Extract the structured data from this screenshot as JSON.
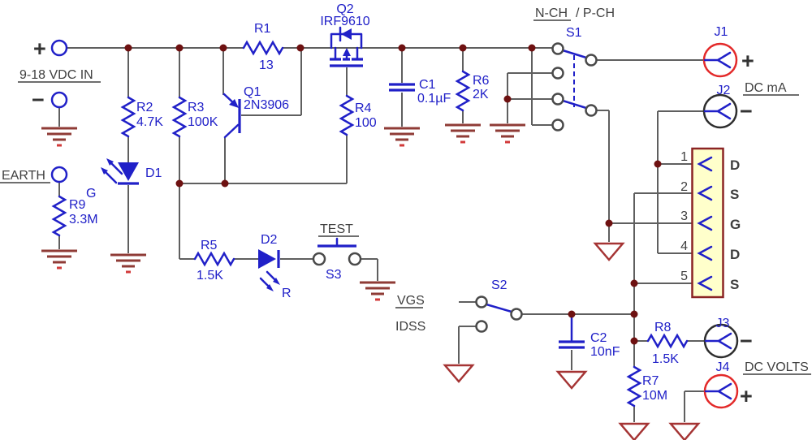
{
  "schematic": {
    "power_input": {
      "plus": "+",
      "minus": "−",
      "label": "9-18 VDC IN",
      "earth_label": "EARTH"
    },
    "resistors": {
      "r1": {
        "ref": "R1",
        "value": "13"
      },
      "r2": {
        "ref": "R2",
        "value": "4.7K"
      },
      "r3": {
        "ref": "R3",
        "value": "100K"
      },
      "r4": {
        "ref": "R4",
        "value": "100"
      },
      "r5": {
        "ref": "R5",
        "value": "1.5K"
      },
      "r6": {
        "ref": "R6",
        "value": "2K"
      },
      "r7": {
        "ref": "R7",
        "value": "10M"
      },
      "r8": {
        "ref": "R8",
        "value": "1.5K"
      },
      "r9": {
        "ref": "R9",
        "value": "3.3M"
      }
    },
    "capacitors": {
      "c1": {
        "ref": "C1",
        "value": "0.1µF"
      },
      "c2": {
        "ref": "C2",
        "value": "10nF"
      }
    },
    "transistors": {
      "q1": {
        "ref": "Q1",
        "part": "2N3906"
      },
      "q2": {
        "ref": "Q2",
        "part": "IRF9610"
      }
    },
    "leds": {
      "d1": {
        "ref": "D1",
        "color": "G"
      },
      "d2": {
        "ref": "D2",
        "color": "R"
      }
    },
    "switches": {
      "s1": {
        "ref": "S1",
        "mode_primary": "N-CH",
        "mode_rest": "/ P-CH"
      },
      "s2": {
        "ref": "S2",
        "pos_top": "VGS",
        "pos_bottom": "IDSS"
      },
      "s3": {
        "ref": "S3",
        "caption": "TEST"
      }
    },
    "jacks": {
      "j1": {
        "label": "J1",
        "sign": "+"
      },
      "j2": {
        "label": "J2",
        "sign": "−",
        "caption": "DC mA"
      },
      "j3": {
        "label": "J3",
        "sign": "−"
      },
      "j4": {
        "label": "J4",
        "sign": "+",
        "caption": "DC VOLTS"
      }
    },
    "connector": {
      "pins": [
        {
          "number": "1",
          "signal": "D"
        },
        {
          "number": "2",
          "signal": "S"
        },
        {
          "number": "3",
          "signal": "G"
        },
        {
          "number": "4",
          "signal": "D"
        },
        {
          "number": "5",
          "signal": "S"
        }
      ]
    },
    "colors": {
      "component_blue": "#2020c8",
      "wire_gray": "#5f5f5f",
      "junction_maroon": "#6e1111",
      "ground_red": "#8f3b36",
      "jack_red": "#e32a2a",
      "jack_black": "#2e2e2e",
      "connector_fill": "#ffffcb",
      "label_dark": "#3f3f3f"
    }
  }
}
